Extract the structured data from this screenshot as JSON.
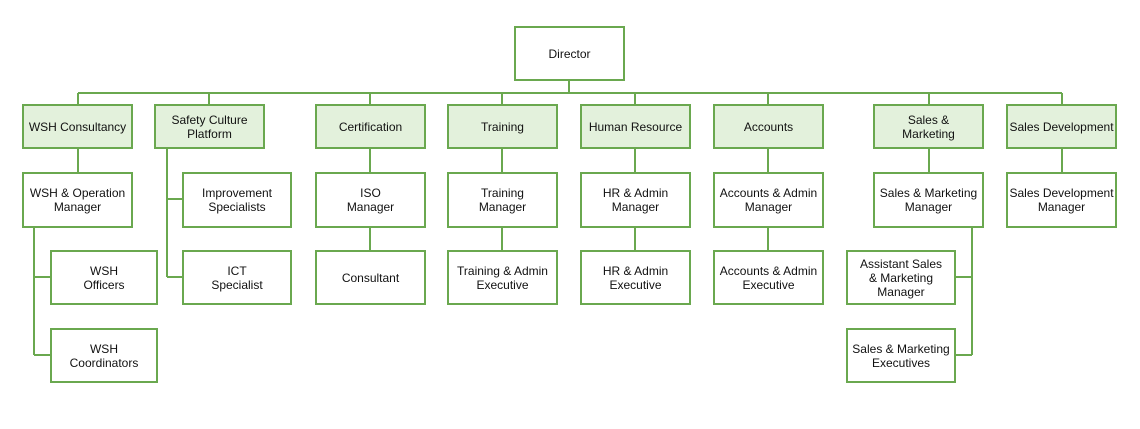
{
  "colors": {
    "line": "#6aa84f",
    "dept_fill": "#e3f1dc",
    "box_fill": "#ffffff"
  },
  "director": "Director",
  "departments": [
    {
      "name": "WSH Consultancy",
      "roles": [
        "WSH & Operation\nManager",
        "WSH\nOfficers",
        "WSH\nCoordinators"
      ]
    },
    {
      "name": "Safety Culture\nPlatform",
      "roles": [
        "Improvement\nSpecialists",
        "ICT\nSpecialist"
      ]
    },
    {
      "name": "Certification",
      "roles": [
        "ISO\nManager",
        "Consultant"
      ]
    },
    {
      "name": "Training",
      "roles": [
        "Training\nManager",
        "Training & Admin\nExecutive"
      ]
    },
    {
      "name": "Human Resource",
      "roles": [
        "HR & Admin\nManager",
        "HR & Admin\nExecutive"
      ]
    },
    {
      "name": "Accounts",
      "roles": [
        "Accounts & Admin\nManager",
        "Accounts & Admin\nExecutive"
      ]
    },
    {
      "name": "Sales &\nMarketing",
      "roles": [
        "Sales & Marketing\nManager",
        "Assistant Sales\n& Marketing\nManager",
        "Sales & Marketing\nExecutives"
      ]
    },
    {
      "name": "Sales Development",
      "roles": [
        "Sales Development\nManager"
      ]
    }
  ]
}
